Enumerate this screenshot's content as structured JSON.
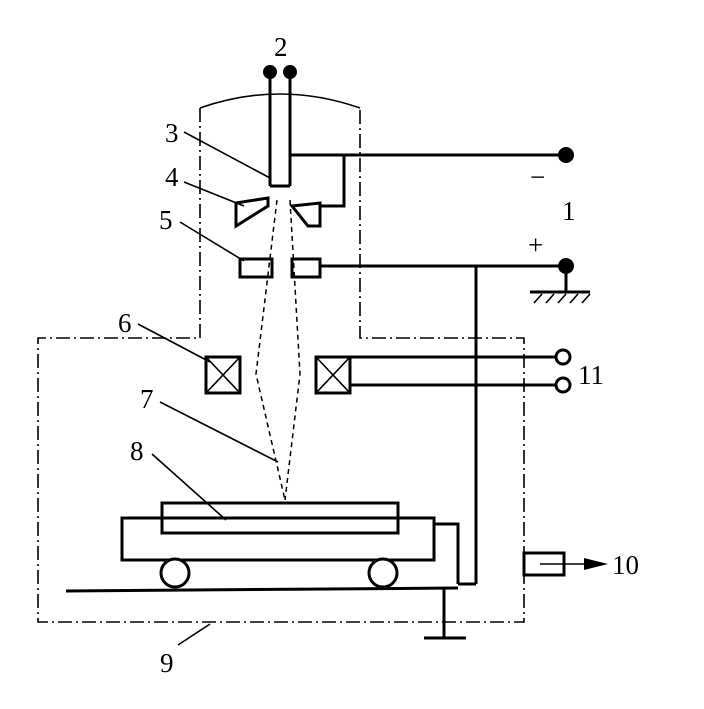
{
  "labels": {
    "l1": "1",
    "l2": "2",
    "l3": "3",
    "l4": "4",
    "l5": "5",
    "l6": "6",
    "l7": "7",
    "l8": "8",
    "l9": "9",
    "l10": "10",
    "l11": "11",
    "minus": "−",
    "plus": "+"
  }
}
